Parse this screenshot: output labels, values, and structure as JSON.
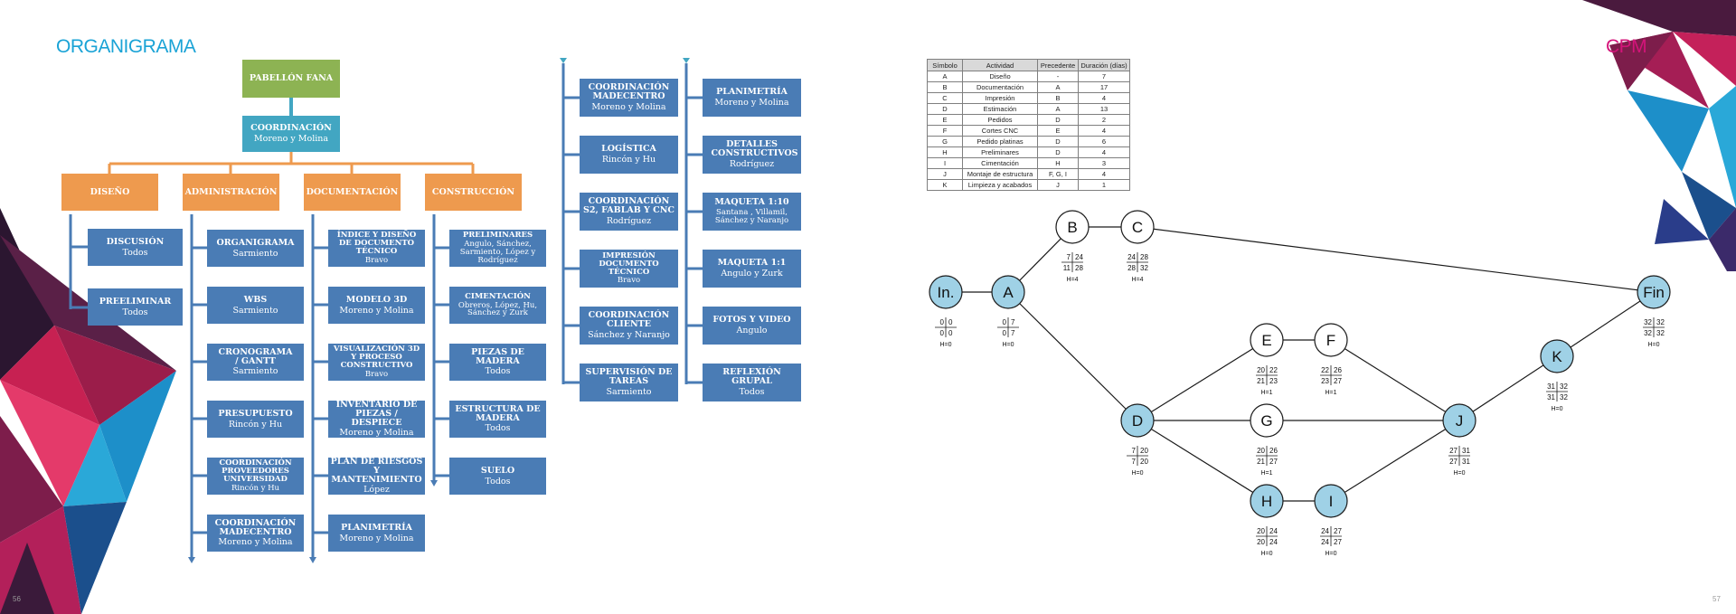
{
  "left_page": {
    "title": "ORGANIGRAMA",
    "page_number": "56",
    "root": {
      "title": "PABELLÓN FANA"
    },
    "coordination": {
      "title": "COORDINACIÓN",
      "people": "Moreno y Molina"
    },
    "departments": [
      {
        "title": "DISEÑO",
        "items": [
          {
            "title": "DISCUSIÓN",
            "people": "Todos"
          },
          {
            "title": "PREELIMINAR",
            "people": "Todos"
          }
        ]
      },
      {
        "title": "ADMINISTRACIÓN",
        "items": [
          {
            "title": "ORGANIGRAMA",
            "people": "Sarmiento"
          },
          {
            "title": "WBS",
            "people": "Sarmiento"
          },
          {
            "title": "CRONOGRAMA / GANTT",
            "people": "Sarmiento"
          },
          {
            "title": "PRESUPUESTO",
            "people": "Rincón y Hu"
          },
          {
            "title": "COORDINACIÓN PROVEEDORES UNIVERSIDAD",
            "people": "Rincón y Hu"
          },
          {
            "title": "COORDINACIÓN MADECENTRO",
            "people": "Moreno y Molina"
          }
        ]
      },
      {
        "title": "DOCUMENTACIÓN",
        "items": [
          {
            "title": "ÍNDICE Y DISEÑO DE DOCUMENTO TÉCNICO",
            "people": "Bravo"
          },
          {
            "title": "MODELO 3D",
            "people": "Moreno y Molina"
          },
          {
            "title": "VISUALIZACIÓN 3D Y PROCESO CONSTRUCTIVO",
            "people": "Bravo"
          },
          {
            "title": "INVENTARIO DE PIEZAS / DESPIECE",
            "people": "Moreno y Molina"
          },
          {
            "title": "PLAN DE RIESGOS Y MANTENIMIENTO",
            "people": "López"
          },
          {
            "title": "PLANIMETRÍA",
            "people": "Moreno y Molina"
          }
        ]
      },
      {
        "title": "CONSTRUCCIÓN",
        "items": [
          {
            "title": "PRELIMINARES",
            "people": "Angulo, Sánchez, Sarmiento, López y Rodríguez"
          },
          {
            "title": "CIMENTACIÓN",
            "people": "Obreros, López, Hu, Sánchez y Zurk"
          },
          {
            "title": "PIEZAS DE MADERA",
            "people": "Todos"
          },
          {
            "title": "ESTRUCTURA DE MADERA",
            "people": "Todos"
          },
          {
            "title": "SUELO",
            "people": "Todos"
          }
        ]
      }
    ],
    "extra_col1": [
      {
        "title": "COORDINACIÓN MADECENTRO",
        "people": "Moreno y Molina"
      },
      {
        "title": "LOGÍSTICA",
        "people": "Rincón y Hu"
      },
      {
        "title": "COORDINACIÓN S2, FABLAB Y CNC",
        "people": "Rodríguez"
      },
      {
        "title": "IMPRESIÓN DOCUMENTO TÉCNICO",
        "people": "Bravo"
      },
      {
        "title": "COORDINACIÓN CLIENTE",
        "people": "Sánchez y Naranjo"
      },
      {
        "title": "SUPERVISIÓN DE TAREAS",
        "people": "Sarmiento"
      }
    ],
    "extra_col2": [
      {
        "title": "PLANIMETRÍA",
        "people": "Moreno y Molina"
      },
      {
        "title": "DETALLES CONSTRUCTIVOS",
        "people": "Rodríguez"
      },
      {
        "title": "MAQUETA 1:10",
        "people": "Santana , Villamil, Sánchez y Naranjo"
      },
      {
        "title": "MAQUETA 1:1",
        "people": "Angulo y Zurk"
      },
      {
        "title": "FOTOS Y VIDEO",
        "people": "Angulo"
      },
      {
        "title": "REFLEXIÓN GRUPAL",
        "people": "Todos"
      }
    ]
  },
  "right_page": {
    "title": "CPM",
    "page_number": "57",
    "table": {
      "headers": [
        "Símbolo",
        "Actividad",
        "Precedente",
        "Duración (días)"
      ],
      "rows": [
        [
          "A",
          "Diseño",
          "-",
          "7"
        ],
        [
          "B",
          "Documentación",
          "A",
          "17"
        ],
        [
          "C",
          "Impresión",
          "B",
          "4"
        ],
        [
          "D",
          "Estimación",
          "A",
          "13"
        ],
        [
          "E",
          "Pedidos",
          "D",
          "2"
        ],
        [
          "F",
          "Cortes CNC",
          "E",
          "4"
        ],
        [
          "G",
          "Pedido platinas",
          "D",
          "6"
        ],
        [
          "H",
          "Preliminares",
          "D",
          "4"
        ],
        [
          "I",
          "Cimentación",
          "H",
          "3"
        ],
        [
          "J",
          "Montaje de estructura",
          "F, G, I",
          "4"
        ],
        [
          "K",
          "Limpieza y acabados",
          "J",
          "1"
        ]
      ]
    },
    "nodes": [
      {
        "label": "In.",
        "critical": true,
        "es": "0",
        "ef": "0",
        "ls": "0",
        "lf": "0",
        "h": "H=0"
      },
      {
        "label": "A",
        "critical": true,
        "es": "0",
        "ef": "7",
        "ls": "0",
        "lf": "7",
        "h": "H=0"
      },
      {
        "label": "B",
        "critical": false,
        "es": "7",
        "ef": "24",
        "ls": "11",
        "lf": "28",
        "h": "H=4"
      },
      {
        "label": "C",
        "critical": false,
        "es": "24",
        "ef": "28",
        "ls": "28",
        "lf": "32",
        "h": "H=4"
      },
      {
        "label": "D",
        "critical": true,
        "es": "7",
        "ef": "20",
        "ls": "7",
        "lf": "20",
        "h": "H=0"
      },
      {
        "label": "E",
        "critical": false,
        "es": "20",
        "ef": "22",
        "ls": "21",
        "lf": "23",
        "h": "H=1"
      },
      {
        "label": "F",
        "critical": false,
        "es": "22",
        "ef": "26",
        "ls": "23",
        "lf": "27",
        "h": "H=1"
      },
      {
        "label": "G",
        "critical": false,
        "es": "20",
        "ef": "26",
        "ls": "21",
        "lf": "27",
        "h": "H=1"
      },
      {
        "label": "H",
        "critical": true,
        "es": "20",
        "ef": "24",
        "ls": "20",
        "lf": "24",
        "h": "H=0"
      },
      {
        "label": "I",
        "critical": true,
        "es": "24",
        "ef": "27",
        "ls": "24",
        "lf": "27",
        "h": "H=0"
      },
      {
        "label": "J",
        "critical": true,
        "es": "27",
        "ef": "31",
        "ls": "27",
        "lf": "31",
        "h": "H=0"
      },
      {
        "label": "K",
        "critical": true,
        "es": "31",
        "ef": "32",
        "ls": "31",
        "lf": "32",
        "h": "H=0"
      },
      {
        "label": "Fin",
        "critical": true,
        "es": "32",
        "ef": "32",
        "ls": "32",
        "lf": "32",
        "h": "H=0"
      }
    ],
    "edges": [
      [
        "In.",
        "A"
      ],
      [
        "A",
        "B"
      ],
      [
        "B",
        "C"
      ],
      [
        "C",
        "Fin"
      ],
      [
        "A",
        "D"
      ],
      [
        "D",
        "E"
      ],
      [
        "E",
        "F"
      ],
      [
        "F",
        "J"
      ],
      [
        "D",
        "G"
      ],
      [
        "G",
        "J"
      ],
      [
        "D",
        "H"
      ],
      [
        "H",
        "I"
      ],
      [
        "I",
        "J"
      ],
      [
        "J",
        "K"
      ],
      [
        "K",
        "Fin"
      ]
    ]
  },
  "colors": {
    "title_left": "#1aa3d6",
    "title_right": "#d4147a",
    "root_green": "#8db353",
    "coord_teal": "#42a6c2",
    "dept_orange": "#ee9a4e",
    "task_blue": "#4a7cb5",
    "critical_node": "#9fd1e6"
  }
}
